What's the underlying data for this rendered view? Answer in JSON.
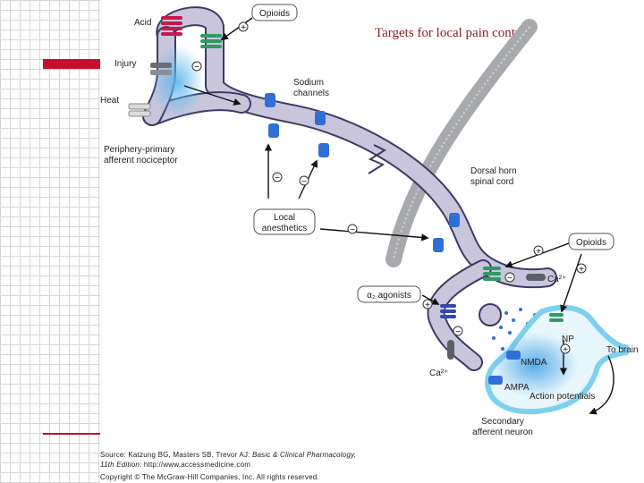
{
  "title": "Targets for local pain control",
  "labels": {
    "acid": "Acid",
    "opioids_top": "Opioids",
    "injury": "Injury",
    "heat": "Heat",
    "sodium_channels": "Sodium\nchannels",
    "periphery": "Periphery-primary\nafferent nociceptor",
    "dorsal_horn": "Dorsal horn\nspinal cord",
    "local_anesthetics": "Local\nanesthetics",
    "opioids_right": "Opioids",
    "ca2_right": "Ca²⁺",
    "alpha2": "α₂ agonists",
    "ca2_bottom": "Ca²⁺",
    "np": "NP",
    "nmda": "NMDA",
    "ampa": "AMPA",
    "to_brain": "To brain",
    "action_potentials": "Action potentials",
    "secondary": "Secondary\nafferent neuron"
  },
  "signs": {
    "plus": "+",
    "minus": "−"
  },
  "source": {
    "line1_prefix": "Source: Katzung BG, Masters SB, Trevor AJ: ",
    "line1_book": "Basic & Clinical Pharmacology,",
    "line2_edition": "11th Edition",
    "line2_url": ": http://www.accessmedicine.com",
    "copyright": "Copyright © The McGraw-Hill Companies, Inc. All rights reserved."
  },
  "colors": {
    "neuron_fill": "#c9c6dc",
    "neuron_stroke": "#3d3a66",
    "receptor_blue": "#2f6fd6",
    "receptor_red": "#c21a4a",
    "receptor_green": "#2e9b62",
    "cord": "#a7a9ac",
    "glow": "#7cc4f0",
    "secondary_neuron": "#7fd0ef"
  }
}
